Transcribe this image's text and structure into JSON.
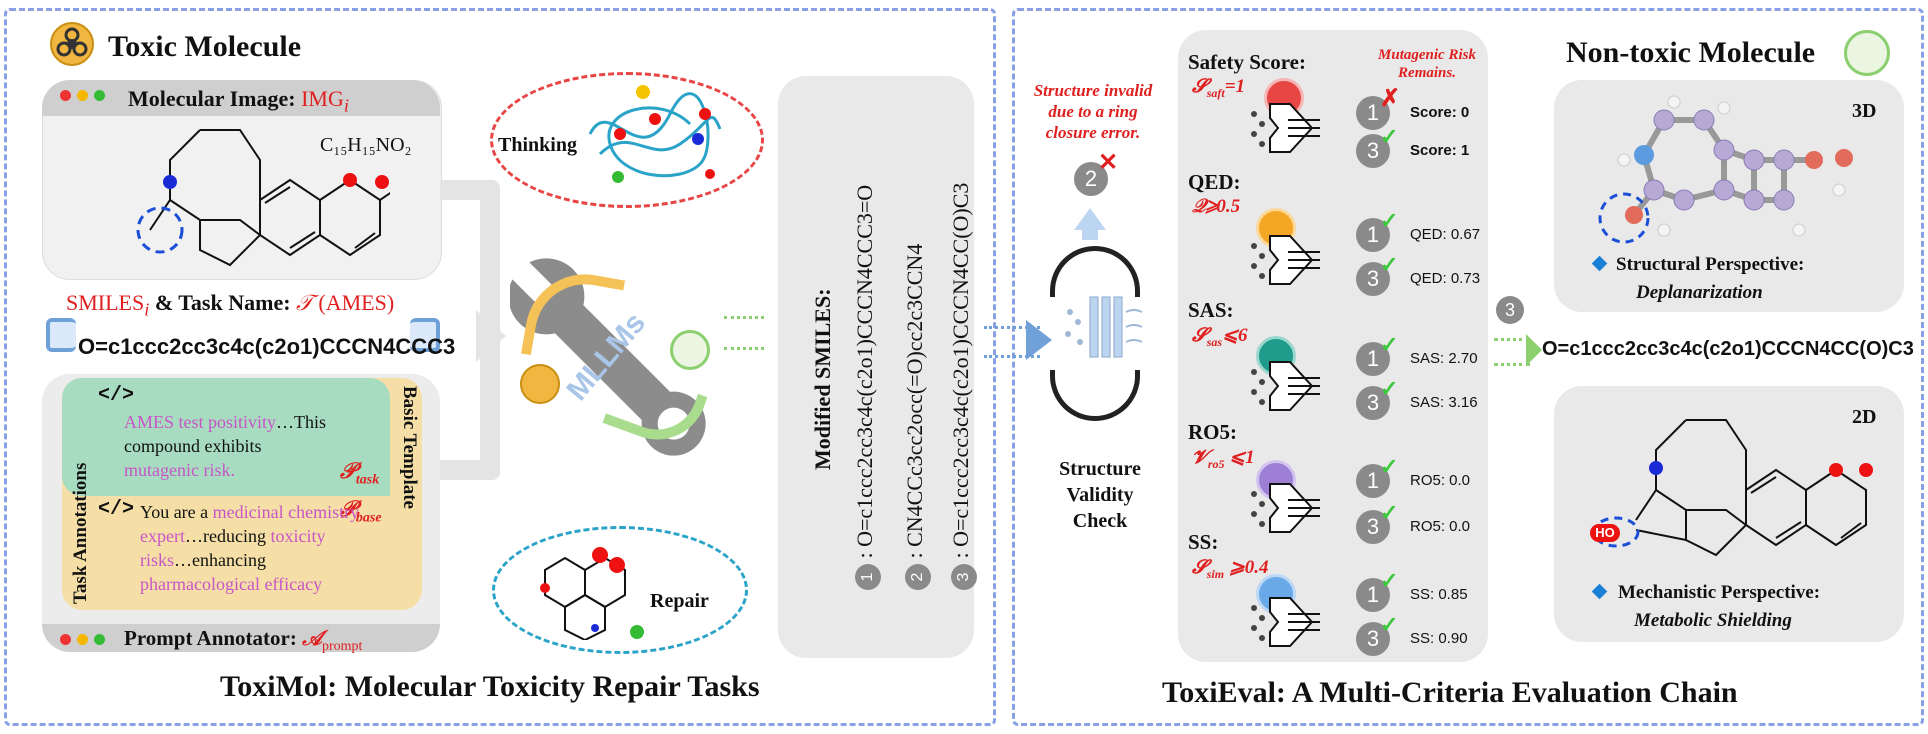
{
  "left": {
    "header_title": "Toxic Molecule",
    "molecular_image_label": "Molecular Image:",
    "molecular_image_var": "IMG",
    "molecular_image_sub": "i",
    "formula": "C₁₅H₁₅NO₂",
    "smiles_label_a": "SMILES",
    "smiles_label_sub": "i",
    "smiles_label_b": " & Task Name: ",
    "task_symbol": "𝒯",
    "task_name": " (AMES)",
    "smiles_value": "O=c1ccc2cc3c4c(c2o1)CCCN4CCC3",
    "task_annotations_label": "Task Annotations",
    "basic_template_label": "Basic Template",
    "task_text_pink": "AMES test positivity",
    "task_text_black": "…This compound exhibits",
    "task_text_pink2": "mutagenic risk.",
    "p_task": "𝒫",
    "p_task_sub": "task",
    "p_base": "𝒫",
    "p_base_sub": "base",
    "base_text_a": "You are a ",
    "base_text_pink1": "medicinal chemistry expert",
    "base_text_b": "…reducing ",
    "base_text_pink2": "toxicity risks",
    "base_text_c": "…enhancing ",
    "base_text_pink3": "pharmacological efficacy",
    "prompt_annotator_label": "Prompt Annotator: ",
    "prompt_annotator_var": "𝒜",
    "prompt_annotator_sub": "prompt",
    "code_icon": "</>",
    "thinking_label": "Thinking",
    "mllms_label": "MLLMs",
    "repair_label": "Repair",
    "modified_title": "Modified SMILES:",
    "modified": [
      {
        "num": "1",
        "text": ": O=c1ccc2cc3c4c(c2o1)CCCN4CCC3=O"
      },
      {
        "num": "2",
        "text": ": CN4CCc3cc2occ(=O)cc2c3CCN4"
      },
      {
        "num": "3",
        "text": ": O=c1ccc2cc3c4c(c2o1)CCCN4CC(O)C3"
      }
    ],
    "footer_title": "ToxiMol: Molecular Toxicity Repair Tasks"
  },
  "right": {
    "invalid_note": "Structure invalid due to a ring closure error.",
    "invalid_num": "2",
    "validity_label": "Structure Validity Check",
    "mutagenic_note": "Mutagenic Risk Remains.",
    "metrics": [
      {
        "name": "Safety Score:",
        "cond_sym": "𝓢",
        "cond_sub": "saft",
        "cond_tail": "=1",
        "icon_color": "#e84545",
        "rows": [
          {
            "num": "1",
            "mark": "✗",
            "text": "Score: 0"
          },
          {
            "num": "3",
            "mark": "✓",
            "text": "Score: 1"
          }
        ]
      },
      {
        "name": "QED:",
        "cond_sym": "𝒬",
        "cond_sub": "",
        "cond_tail": "⩾0.5",
        "icon_color": "#f4a724",
        "rows": [
          {
            "num": "1",
            "mark": "✓",
            "text": "QED: 0.67"
          },
          {
            "num": "3",
            "mark": "✓",
            "text": "QED: 0.73"
          }
        ]
      },
      {
        "name": "SAS:",
        "cond_sym": "𝓢",
        "cond_sub": "sas",
        "cond_tail": "⩽6",
        "icon_color": "#1e9b8a",
        "rows": [
          {
            "num": "1",
            "mark": "✓",
            "text": "SAS: 2.70"
          },
          {
            "num": "3",
            "mark": "✓",
            "text": "SAS: 3.16"
          }
        ]
      },
      {
        "name": "RO5:",
        "cond_sym": "𝓥",
        "cond_sub": "ro5",
        "cond_tail": " ⩽1",
        "icon_color": "#9d7fd6",
        "rows": [
          {
            "num": "1",
            "mark": "✓",
            "text": "RO5: 0.0"
          },
          {
            "num": "3",
            "mark": "✓",
            "text": "RO5: 0.0"
          }
        ]
      },
      {
        "name": "SS:",
        "cond_sym": "𝓢",
        "cond_sub": "sim",
        "cond_tail": " ⩾0.4",
        "icon_color": "#6aa9e8",
        "rows": [
          {
            "num": "1",
            "mark": "✓",
            "text": "SS: 0.85"
          },
          {
            "num": "3",
            "mark": "✓",
            "text": "SS: 0.90"
          }
        ]
      }
    ],
    "arrow_num": "3",
    "result_smiles": "O=c1ccc2cc3c4c(c2o1)CCCN4CC(O)C3",
    "nontoxic_title": "Non-toxic Molecule",
    "label_3d": "3D",
    "label_2d": "2D",
    "structural_label": "Structural Perspective:",
    "structural_value": "Deplanarization",
    "mechanistic_label": "Mechanistic Perspective:",
    "mechanistic_value": "Metabolic Shielding",
    "ho_label": "HO",
    "footer_title": "ToxiEval: A Multi-Criteria Evaluation Chain"
  },
  "colors": {
    "panel_border": "#8aa0e6",
    "red": "#e02020",
    "pink": "#c855c8",
    "green_box": "#a8dcc0",
    "yellow_box": "#f5dfa6",
    "gray_box": "#e8e8e8"
  }
}
